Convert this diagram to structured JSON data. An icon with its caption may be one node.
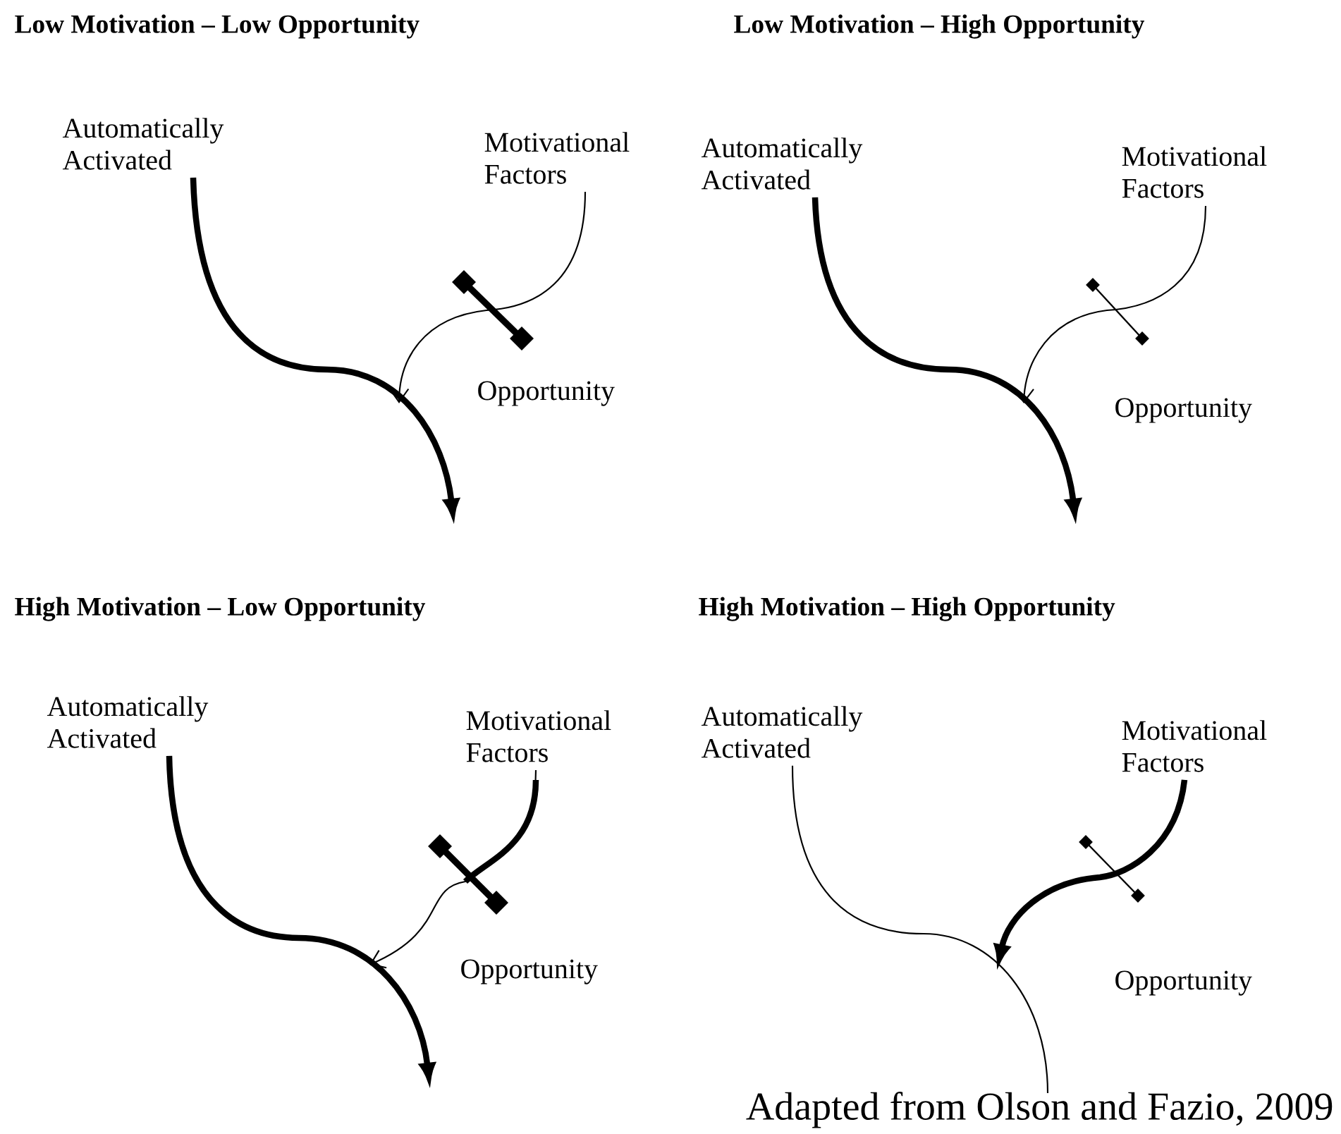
{
  "diagram": {
    "caption": "Adapted from Olson and Fazio, 2009",
    "nodes": [
      {
        "text": [
          "Automatically Activated"
        ]
      },
      {
        "text": [
          "Motivational Factors"
        ]
      },
      {
        "text": [
          "Automatically Activated"
        ]
      },
      {
        "text": [
          "Motivational Factors"
        ]
      },
      {
        "text": [
          "Automatically Activated"
        ]
      },
      {
        "text": [
          "Motivational Factors"
        ]
      },
      {
        "text": [
          "Automatically Activated"
        ]
      },
      {
        "text": [
          "Motivational Factors"
        ]
      }
    ],
    "edges": [
      {
        "from": 0,
        "to": null,
        "arrow": "to",
        "style": "thick"
      },
      {
        "from": 1,
        "to": null,
        "arrow": "to"
      },
      {
        "from": 2,
        "to": null,
        "arrow": "to",
        "style": "thick"
      },
      {
        "from": 3,
        "to": null,
        "arrow": "to"
      },
      {
        "from": 4,
        "to": null,
        "arrow": "to",
        "style": "thick"
      },
      {
        "from": 5,
        "to": null,
        "arrow": "to"
      },
      {
        "from": 6,
        "to": null,
        "arrow": "none"
      },
      {
        "from": 7,
        "to": null,
        "arrow": "to",
        "style": "thick"
      }
    ],
    "labels": [
      "Low Motivation – Low Opportunity",
      "Low Motivation – High Opportunity",
      "Opportunity",
      "Opportunity",
      "High Motivation – Low Opportunity",
      "High Motivation – High Opportunity",
      "Opportunity",
      "Opportunity"
    ]
  }
}
